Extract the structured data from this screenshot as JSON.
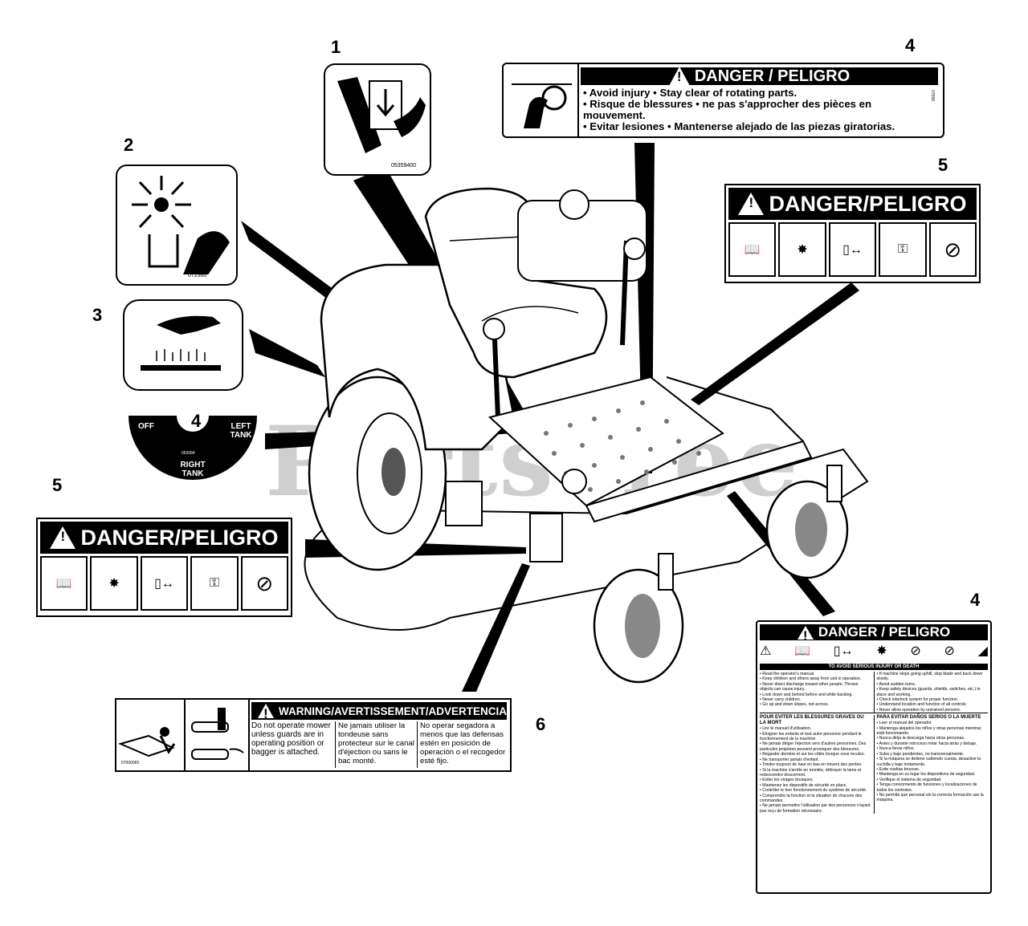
{
  "callouts": [
    "1",
    "2",
    "3",
    "4",
    "4",
    "4",
    "5",
    "5",
    "6"
  ],
  "label1_code": "05359400",
  "label2_code": "072560",
  "fuel_label": {
    "off": "OFF",
    "left_tank": "LEFT TANK",
    "right_tank": "RIGHT TANK",
    "code": "063084"
  },
  "danger_top": {
    "title": "DANGER / PELIGRO",
    "lines": [
      "• Avoid injury • Stay clear of rotating parts.",
      "• Risque de blessures • ne pas s'approcher des pièces en mouvement.",
      "• Evitar lesiones • Mantenerse alejado de las piezas giratorias."
    ],
    "code": "07558"
  },
  "danger_5": {
    "title": "DANGER/PELIGRO"
  },
  "warning_6": {
    "title": "WARNING/AVERTISSEMENT/ADVERTENCIA",
    "en": "Do not operate mower unless guards are in operating position or bagger is attached.",
    "fr": "Ne jamais utiliser la tondeuse sans protecteur sur le canal d'éjection ou sans le bac monté.",
    "es": "No operar segadora a menos que las defensas estén en posición de operación o el recogedor esté fijo.",
    "code": "07000065"
  },
  "danger_big": {
    "title": "DANGER / PELIGRO",
    "sub": "TO AVOID SERIOUS INJURY OR DEATH",
    "col1": "• Read the operator's manual.\n• Keep children and others away from unit in operation.\n• Never direct discharge toward other people. Thrown objects can cause injury.\n• Look down and behind before and while backing.\n• Never carry children.\n• Go up and down slopes, not across.",
    "col2": "• If machine stops going uphill, stop blade and back down slowly.\n• Avoid sudden turns.\n• Keep safety devices (guards, shields, switches, etc.) in place and working.\n• Check interlock system for proper function.\n• Understand location and function of all controls.\n• Never allow operation by untrained persons.",
    "fr_hdr": "POUR EVITER LES BLESSURES GRAVES OU LA MORT",
    "es_hdr": "PARA EVITAR DAÑOS SERIOS O LA MUERTE",
    "fr": "• Lire le manuel d'utilisation.\n• Eloigner les enfants et tout autre personne pendant le fonctionnement de la machine.\n• Ne jamais diriger l'éjection vers d'autres personnes. Des particules projetées peuvent provoquer des blessures.\n• Regarder derrière et sur les côtés lorsque vous reculez.\n• Ne transporter jamais d'enfant.\n• Tondre toujours de haut en bas en travers des pentes.\n• Si la machine s'arrête en montée, débrayer la lame et redescendre doucement.\n• Eviter les virages brusques.\n• Maintenez les dispositifs de sécurité en place.\n• Contrôler le bon fonctionnement du système de sécurité.\n• Comprendre la fonction et la situation de chacune des commandes.\n• Ne jamais permettre l'utilisation par des personnes n'ayant pas reçu de formation nécessaire.",
    "es": "• Leer el manual del operador.\n• Mantenga alejados los niños y otras personas mientras está funcionando.\n• Nunca dirija la descarga hacia otras personas.\n• Antes y durante retroceso mirar hacia atrás y debajo.\n• Nunca llevar niños.\n• Suba y baje pendientes, no transversalmente.\n• Si la máquina se detiene subiendo cuesta, desactive la cuchilla y baje lentamente.\n• Evite vueltas bruscas.\n• Mantenga en su lugar los dispositivos de seguridad.\n• Verifique el sistema de seguridad.\n• Tenga conocimiento de funciones y localizaciones de todos los controles.\n• No permita que personal sin la correcta formación use la máquina."
  },
  "watermark": "PartsTree"
}
